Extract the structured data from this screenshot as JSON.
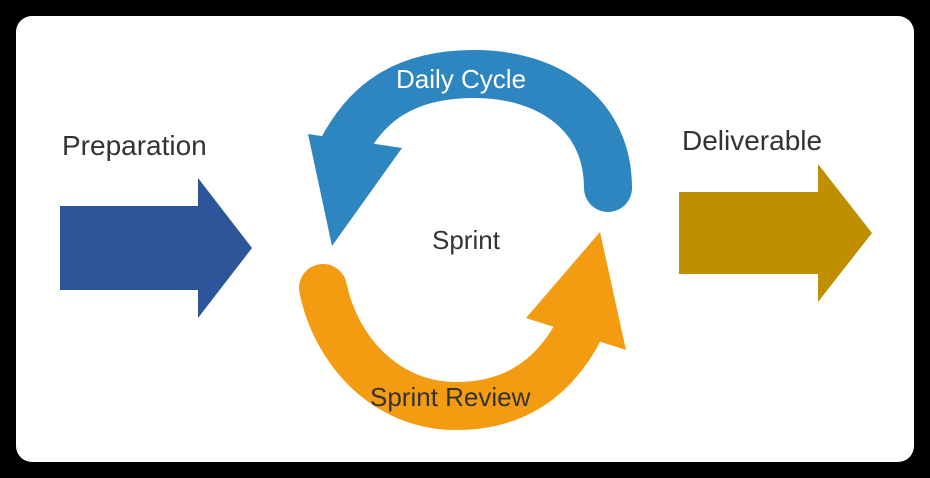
{
  "diagram": {
    "preparation": "Preparation",
    "deliverable": "Deliverable",
    "sprint": "Sprint",
    "daily_cycle": "Daily Cycle",
    "sprint_review": "Sprint Review"
  },
  "colors": {
    "background": "#000000",
    "card": "#ffffff",
    "preparation_arrow": "#2e5499",
    "deliverable_arrow": "#bf8f00",
    "daily_cycle_arrow": "#2e86c1",
    "sprint_review_arrow": "#f39c12",
    "text": "#333333",
    "daily_cycle_text": "#ffffff"
  }
}
